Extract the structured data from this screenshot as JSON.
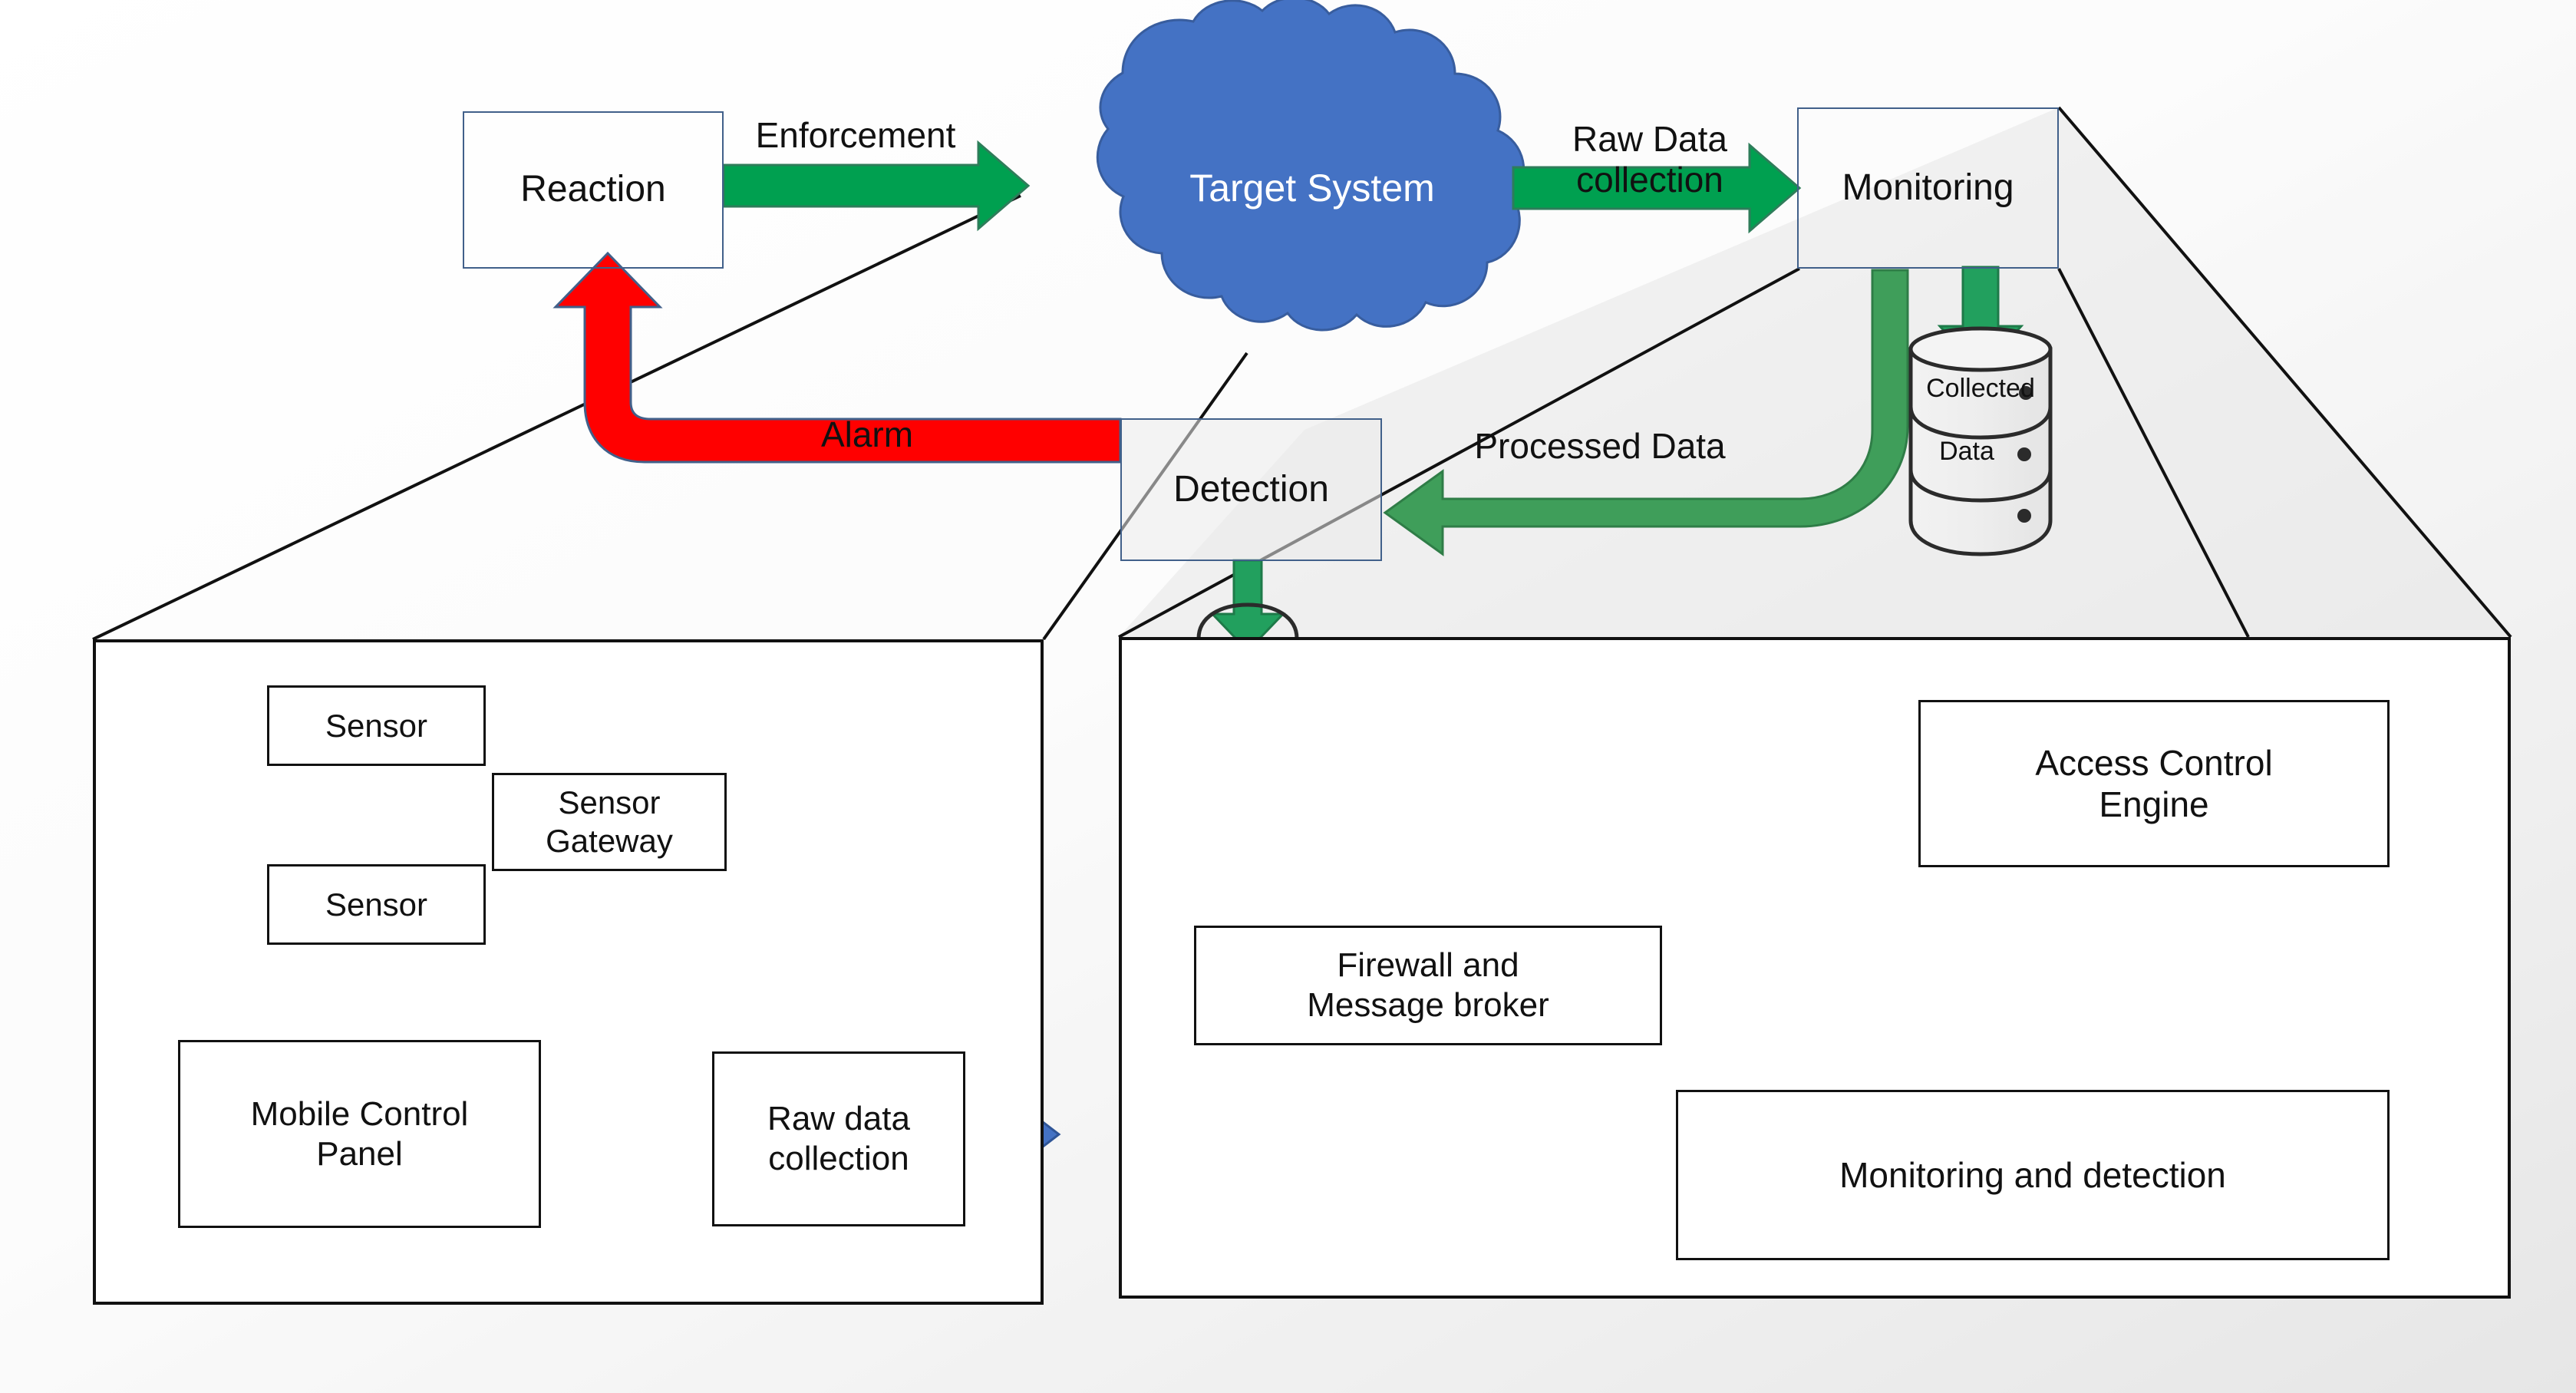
{
  "diagram": {
    "title": "Monitoring and reaction architecture",
    "colors": {
      "cloud_fill": "#4472c4",
      "green_arrow": "#00a050",
      "green_arrow_alt": "#3f9e5a",
      "red_arrow": "#ff0000",
      "blue_arrow": "#4472c4",
      "olive_arrow": "#6ca04a",
      "orange_arrow": "#f7b183",
      "gold_arrow": "#ffc000",
      "box_outline_blue": "#41608a",
      "box_outline_black": "#111111",
      "shade_gray": "#e0e0e0"
    }
  },
  "top": {
    "reaction": {
      "label": "Reaction"
    },
    "target_system": {
      "label": "Target System"
    },
    "monitoring": {
      "label": "Monitoring"
    },
    "detection": {
      "label": "Detection"
    },
    "database": {
      "line1": "Collected",
      "line2": "Data"
    },
    "edges": {
      "enforcement": "Enforcement",
      "raw_data_collection": "Raw Data\ncollection",
      "alarm": "Alarm",
      "processed_data": "Processed Data"
    }
  },
  "left_panel": {
    "nodes": {
      "sensor_top": "Sensor",
      "sensor_bottom": "Sensor",
      "sensor_gateway": "Sensor\nGateway",
      "mobile_control_panel": "Mobile Control\nPanel",
      "raw_data_collection": "Raw data\ncollection"
    }
  },
  "right_panel": {
    "nodes": {
      "firewall_message_broker": "Firewall and\nMessage broker",
      "access_control_engine": "Access Control\nEngine",
      "monitoring_and_detection": "Monitoring and detection"
    }
  }
}
